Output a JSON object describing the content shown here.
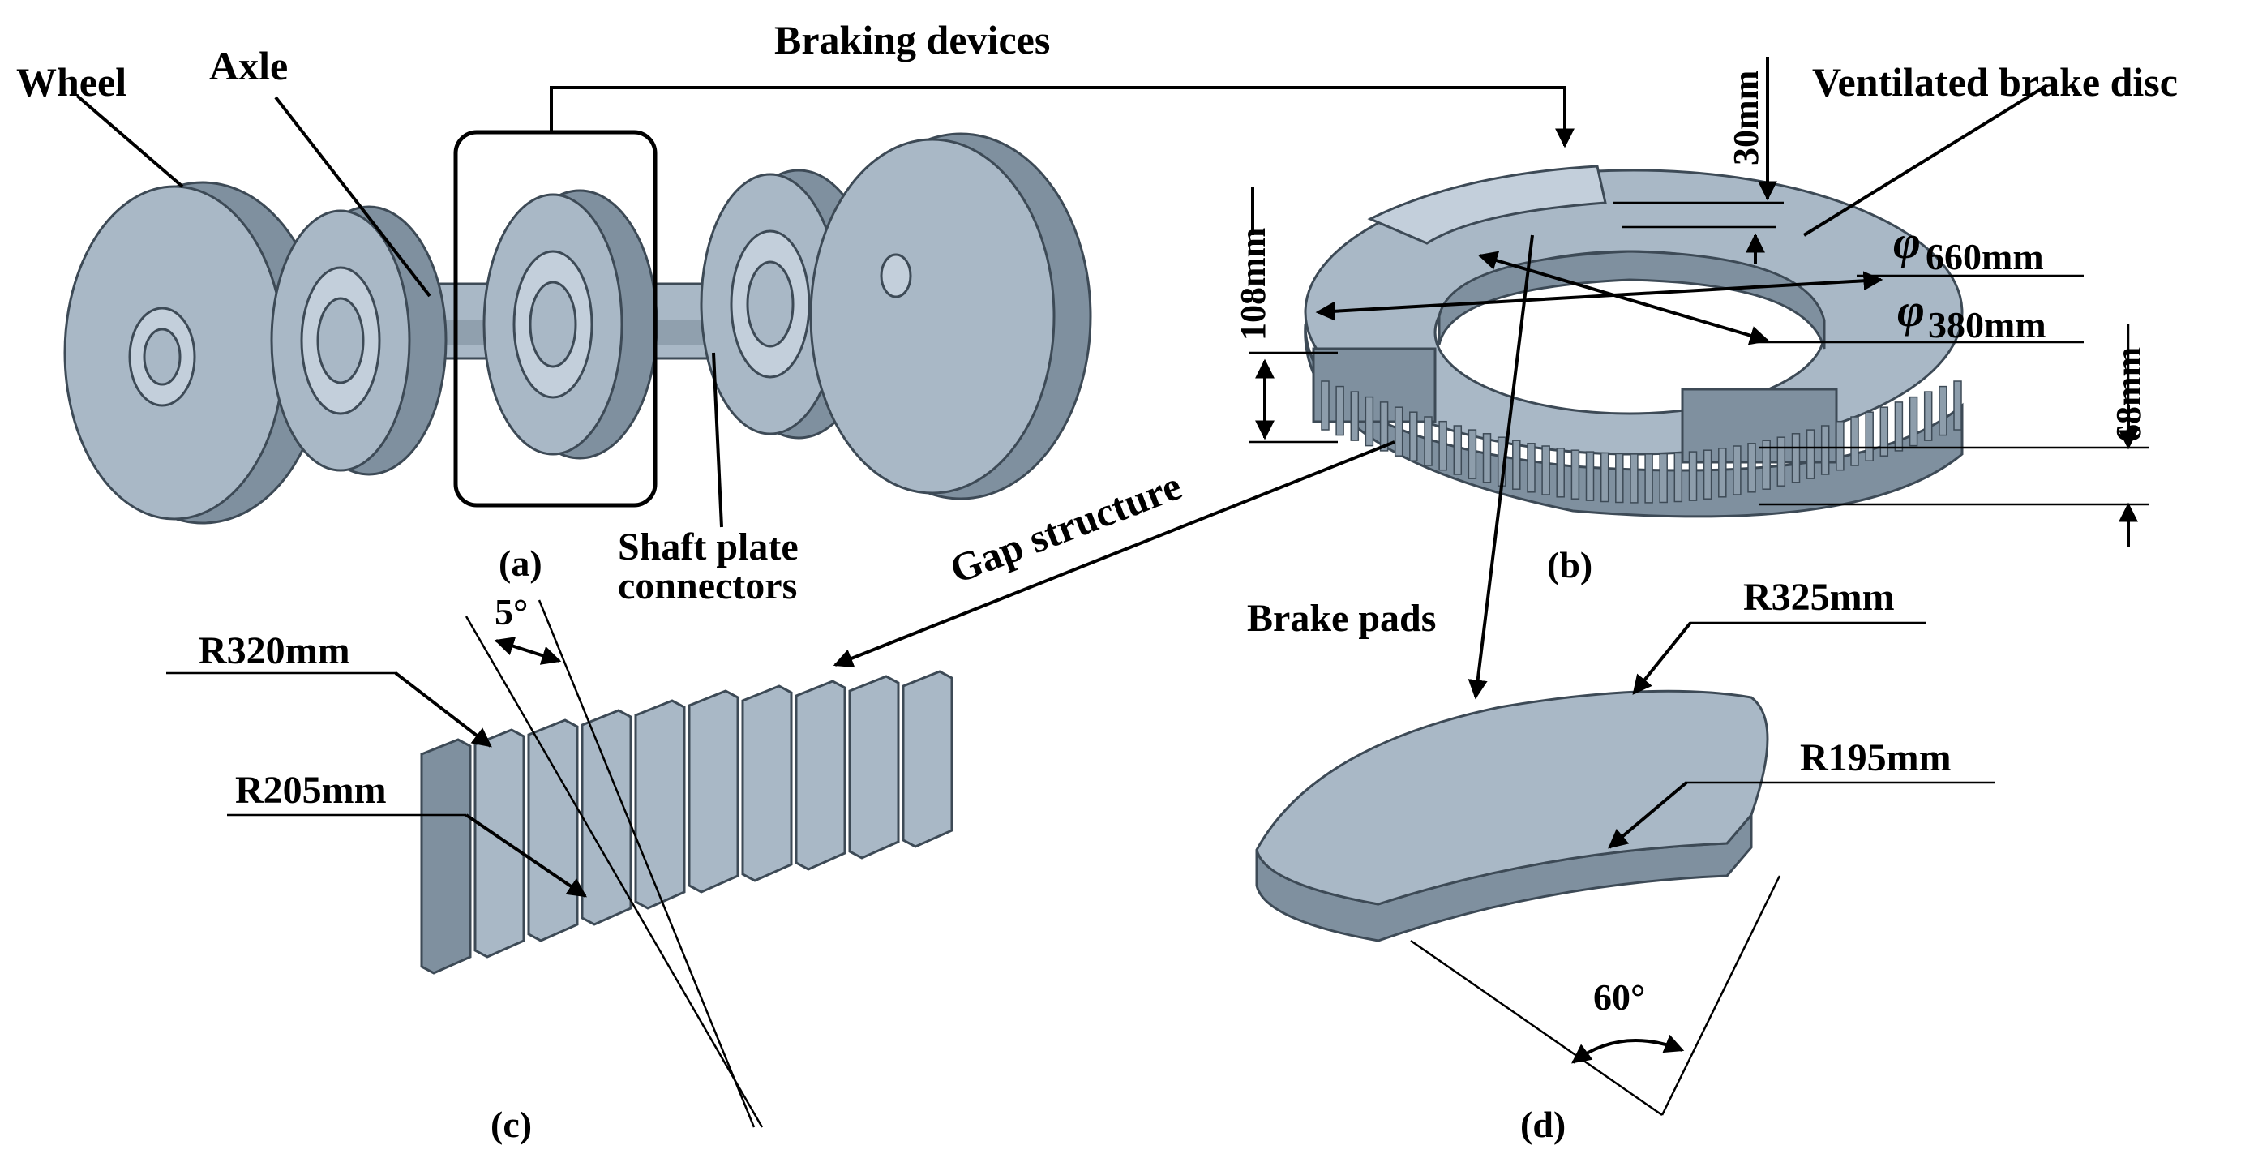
{
  "panel_a": {
    "label": "(a)",
    "wheel_label": "Wheel",
    "axle_label": "Axle",
    "braking_devices_label": "Braking devices",
    "shaft_label_line1": "Shaft plate",
    "shaft_label_line2": "connectors"
  },
  "panel_b": {
    "label": "(b)",
    "disc_label": "Ventilated brake disc",
    "dim_30": "30mm",
    "dim_108": "108mm",
    "dim_68": "68mm",
    "dia_660": "660mm",
    "dia_380": "380mm",
    "phi_symbol": "φ"
  },
  "panel_c": {
    "label": "(c)",
    "gap_label": "Gap structure",
    "angle_5": "5°",
    "r320": "R320mm",
    "r205": "R205mm"
  },
  "panel_d": {
    "label": "(d)",
    "pads_label": "Brake pads",
    "r325": "R325mm",
    "r195": "R195mm",
    "angle_60": "60°"
  },
  "colors": {
    "metal": "#a9b8c6",
    "metal_dark": "#7f909f",
    "edge": "#3d4a56",
    "text": "#000000"
  }
}
